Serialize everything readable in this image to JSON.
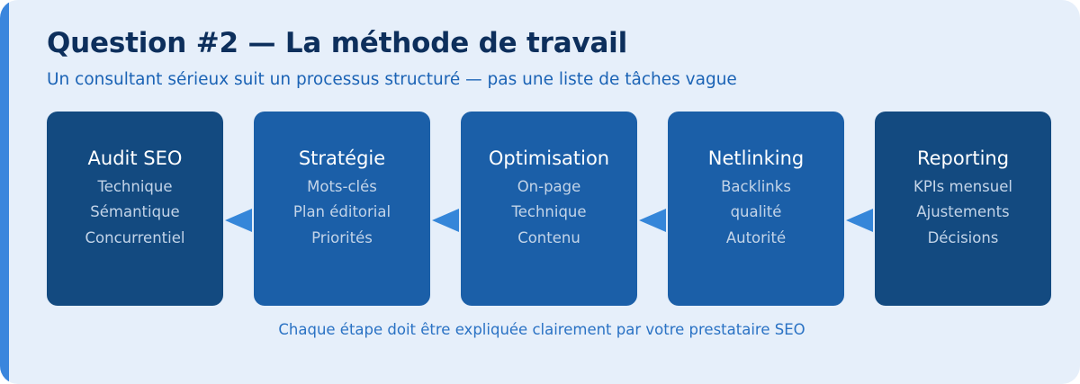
{
  "panel": {
    "accent_color": "#3a86dd",
    "background_color": "#e6effa"
  },
  "header": {
    "title": "Question #2 — La méthode de travail",
    "subtitle": "Un consultant sérieux suit un processus structuré — pas une liste de tâches vague",
    "title_color": "#0d2f5c",
    "subtitle_color": "#1b63b5"
  },
  "flow": {
    "arrow_icon": "arrow-left-triangle",
    "arrow_color": "#3586d9",
    "steps": [
      {
        "title": "Audit SEO",
        "items": [
          "Technique",
          "Sémantique",
          "Concurrentiel"
        ],
        "tone": "dark",
        "color": "#134a80"
      },
      {
        "title": "Stratégie",
        "items": [
          "Mots-clés",
          "Plan éditorial",
          "Priorités"
        ],
        "tone": "light",
        "color": "#1b5fa8"
      },
      {
        "title": "Optimisation",
        "items": [
          "On-page",
          "Technique",
          "Contenu"
        ],
        "tone": "light",
        "color": "#1b5fa8"
      },
      {
        "title": "Netlinking",
        "items": [
          "Backlinks",
          "qualité",
          "Autorité"
        ],
        "tone": "light",
        "color": "#1b5fa8"
      },
      {
        "title": "Reporting",
        "items": [
          "KPIs mensuel",
          "Ajustements",
          "Décisions"
        ],
        "tone": "dark",
        "color": "#134a80"
      }
    ]
  },
  "footer": {
    "note": "Chaque étape doit être expliquée clairement par votre prestataire SEO",
    "color": "#2a72c4"
  }
}
